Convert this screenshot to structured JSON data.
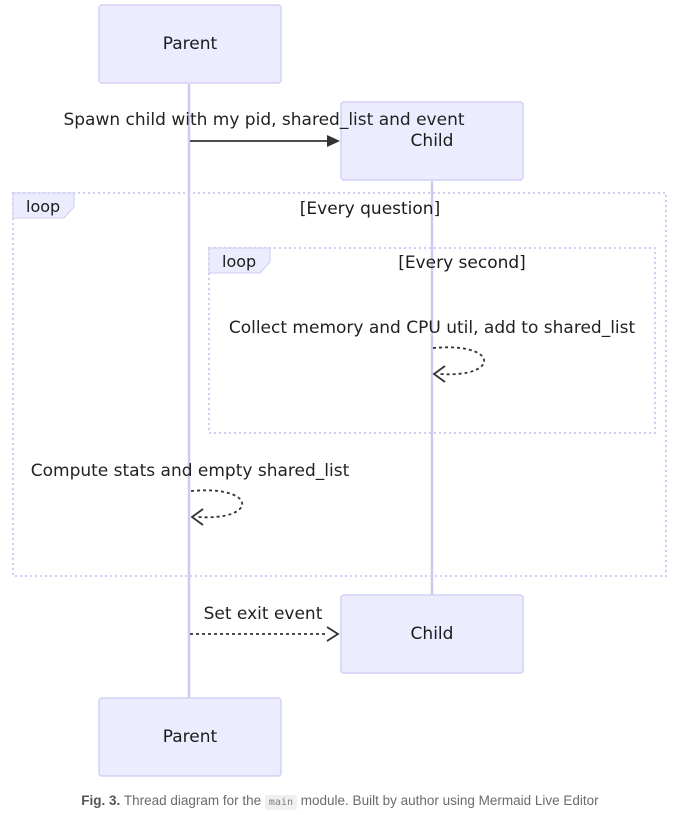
{
  "actors": {
    "parent": "Parent",
    "child": "Child"
  },
  "loops": {
    "outer": {
      "keyword": "loop",
      "condition": "[Every question]"
    },
    "inner": {
      "keyword": "loop",
      "condition": "[Every second]"
    }
  },
  "messages": [
    {
      "text": "Spawn child with my pid, shared_list and event",
      "from": "Parent",
      "to": "Child",
      "style": "solid"
    },
    {
      "text": "Collect memory and CPU util, add to shared_list",
      "from": "Child",
      "to": "Child",
      "style": "dotted"
    },
    {
      "text": "Compute stats and empty shared_list",
      "from": "Parent",
      "to": "Parent",
      "style": "dotted"
    },
    {
      "text": "Set exit event",
      "from": "Parent",
      "to": "Child",
      "style": "dotted"
    }
  ],
  "caption": {
    "label": "Fig. 3.",
    "text_before": "Thread diagram for the",
    "code": "main",
    "text_after": "module. Built by author using Mermaid Live Editor"
  },
  "colors": {
    "actor_fill": "#ececff",
    "actor_stroke": "#d3d0f5",
    "lifeline": "#cfcaf2",
    "arrow": "#333333"
  }
}
